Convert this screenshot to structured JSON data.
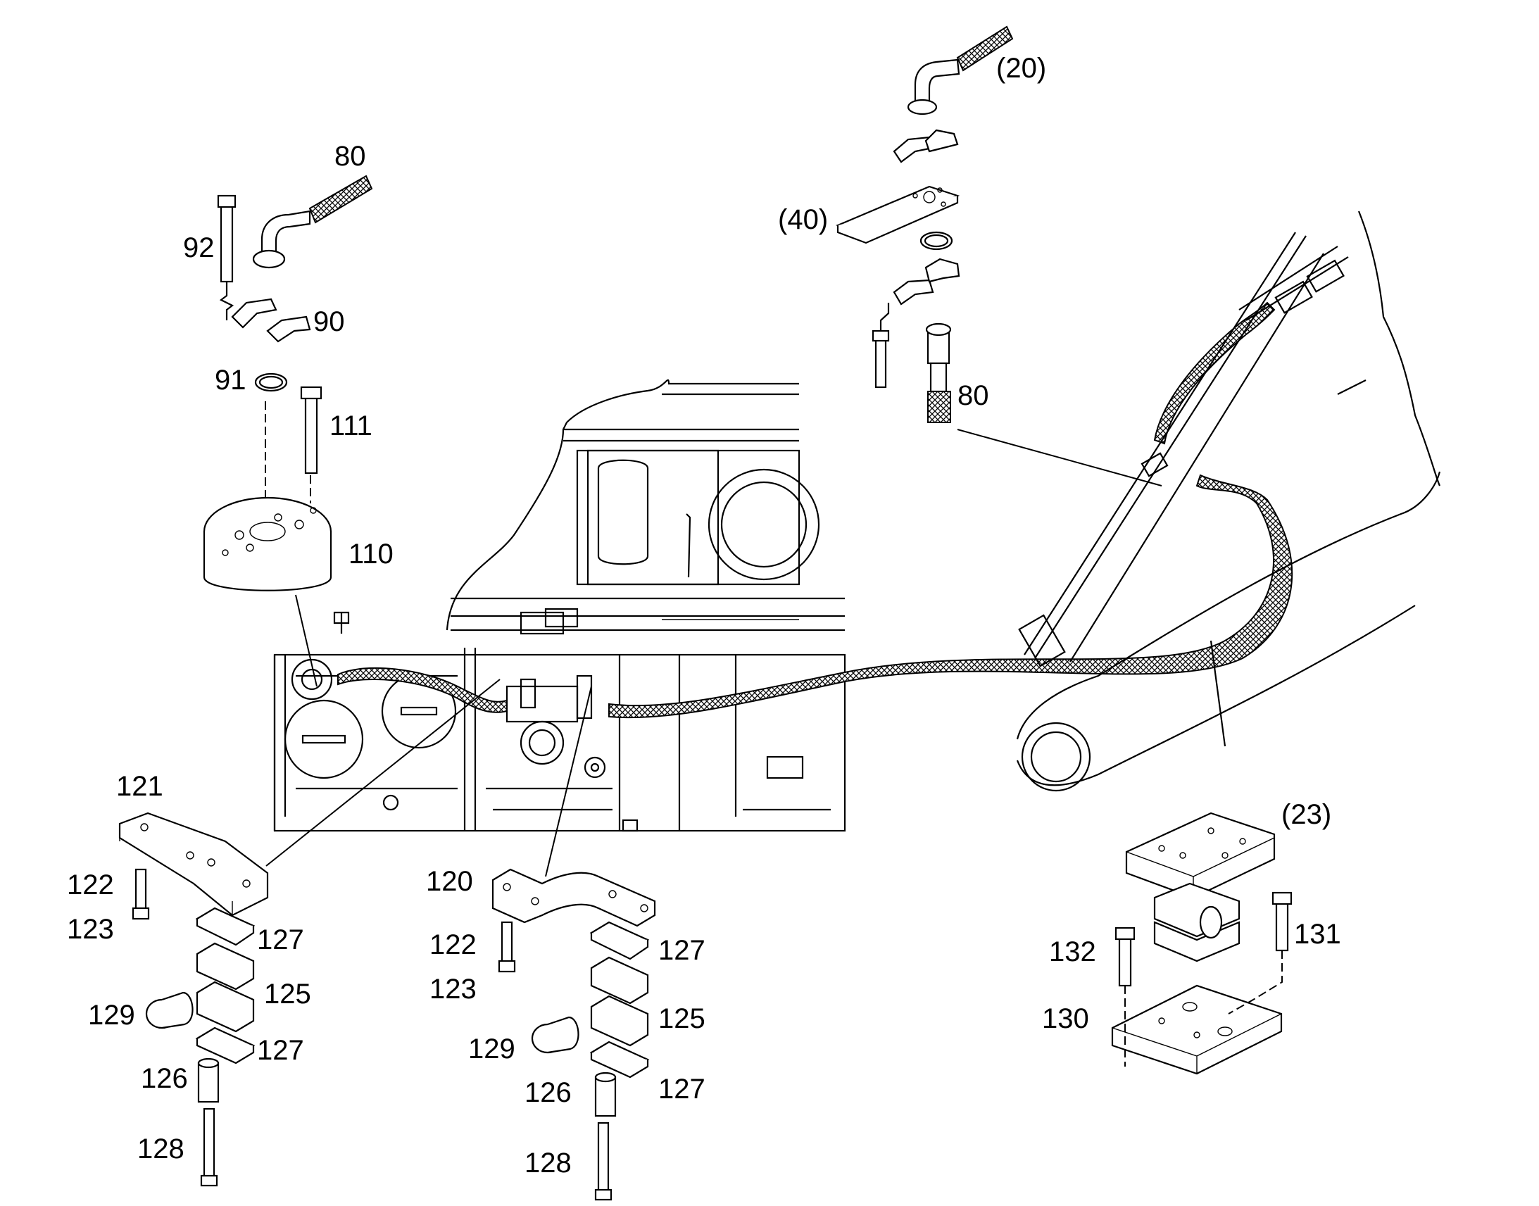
{
  "diagram": {
    "title": "",
    "labels": {
      "p20": "(20)",
      "p40": "(40)",
      "p80_top": "80",
      "p80_right": "80",
      "p90": "90",
      "p91": "91",
      "p92": "92",
      "p110": "110",
      "p111": "111",
      "p121": "121",
      "p122_left": "122",
      "p123_left": "123",
      "p127_left_top": "127",
      "p125_left": "125",
      "p129_left": "129",
      "p127_left_bottom": "127",
      "p126_left": "126",
      "p128_left": "128",
      "p120": "120",
      "p122_mid": "122",
      "p123_mid": "123",
      "p127_mid_top": "127",
      "p125_mid": "125",
      "p129_mid": "129",
      "p126_mid": "126",
      "p127_mid_bottom": "127",
      "p128_mid": "128",
      "p23": "(23)",
      "p131": "131",
      "p132": "132",
      "p130": "130"
    }
  }
}
